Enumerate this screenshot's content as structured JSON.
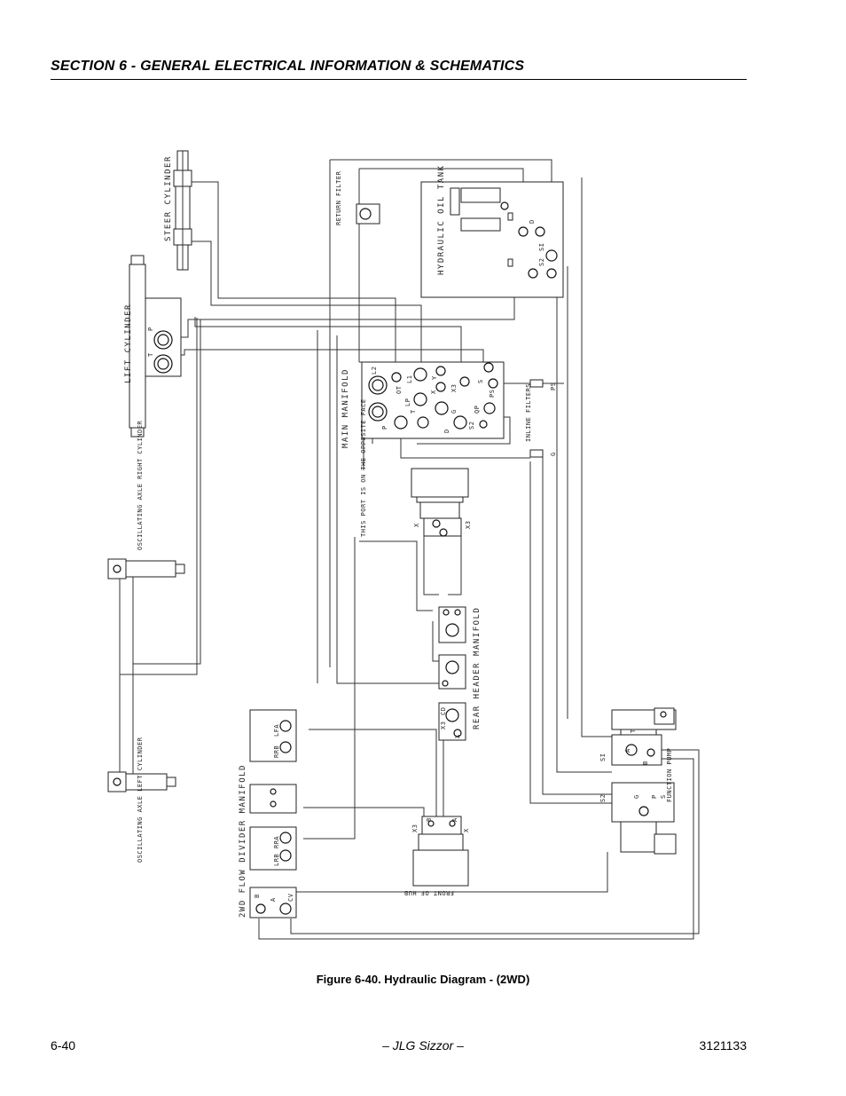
{
  "header": {
    "section_title": "SECTION 6 - GENERAL ELECTRICAL INFORMATION & SCHEMATICS"
  },
  "diagram": {
    "labels": {
      "steer_cylinder": "STEER CYLINDER",
      "lift_cylinder": "LIFT CYLINDER",
      "return_filter": "RETURN FILTER",
      "hydraulic_oil_tank": "HYDRAULIC OIL TANK",
      "main_manifold": "MAIN MANIFOLD",
      "inline_filters": "INLINE FILTERS",
      "port_note": "THIS PORT IS ON THE OPPOSITE FACE",
      "osc_axle_right": "OSCILLATING AXLE RIGHT CYLINDER",
      "osc_axle_left": "OSCILLATING AXLE LEFT CYLINDER",
      "rear_header_manifold": "REAR HEADER MANIFOLD",
      "flow_divider_manifold": "2WD FLOW DIVIDER MANIFOLD",
      "function_pump": "FUNCTION PUMP",
      "front_of_hub": "FRONT OF HUB"
    },
    "ports": {
      "tank": [
        "D",
        "S2",
        "SI"
      ],
      "main": [
        "L2",
        "OT",
        "L1",
        "LP",
        "Y",
        "X3",
        "S",
        "T",
        "X",
        "PS",
        "QP",
        "G",
        "P",
        "D",
        "S2"
      ],
      "lift": [
        "P",
        "T"
      ],
      "pump": [
        "SI",
        "A",
        "B",
        "T",
        "S2",
        "G",
        "P",
        "S"
      ],
      "divider": [
        "RRB",
        "LFA",
        "LRB",
        "RRA",
        "B",
        "A",
        "CV"
      ],
      "motor": [
        "X",
        "X3",
        "B",
        "A"
      ],
      "inline": [
        "PS",
        "G"
      ],
      "rear_header": [
        "X3",
        "CD",
        "X"
      ]
    }
  },
  "caption": "Figure 6-40.  Hydraulic Diagram - (2WD)",
  "footer": {
    "page_number": "6-40",
    "center": "– JLG Sizzor –",
    "doc_number": "3121133"
  }
}
